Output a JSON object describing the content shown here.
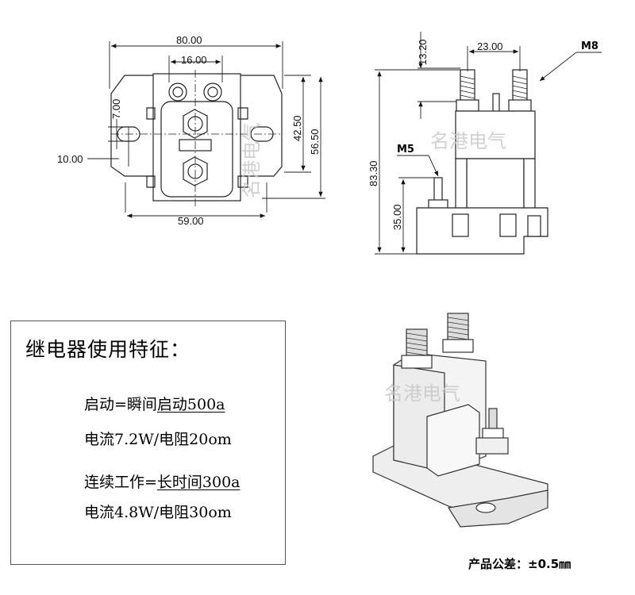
{
  "top_view": {
    "width_total": "80.00",
    "bolt_spacing": "16.00",
    "slot_height": "7.00",
    "slot_offset": "10.00",
    "inner_height": "42.50",
    "outer_height": "56.50",
    "bottom_width": "59.00"
  },
  "side_view": {
    "stud_height": "13.20",
    "stud_spacing": "23.00",
    "thread_large": "M8",
    "thread_small": "M5",
    "total_height": "83.30",
    "small_stud_height": "35.00"
  },
  "watermark": "名港电气",
  "spec": {
    "title": "继电器使用特征：",
    "line1_prefix": "启动=瞬间",
    "line1_value": "启动500a",
    "line2": "电流7.2W/电阻20om",
    "line3_prefix": "连续工作=",
    "line3_value": "长时间300a",
    "line4": "电流4.8W/电阻30om"
  },
  "tolerance": "产品公差：±0.5㎜"
}
